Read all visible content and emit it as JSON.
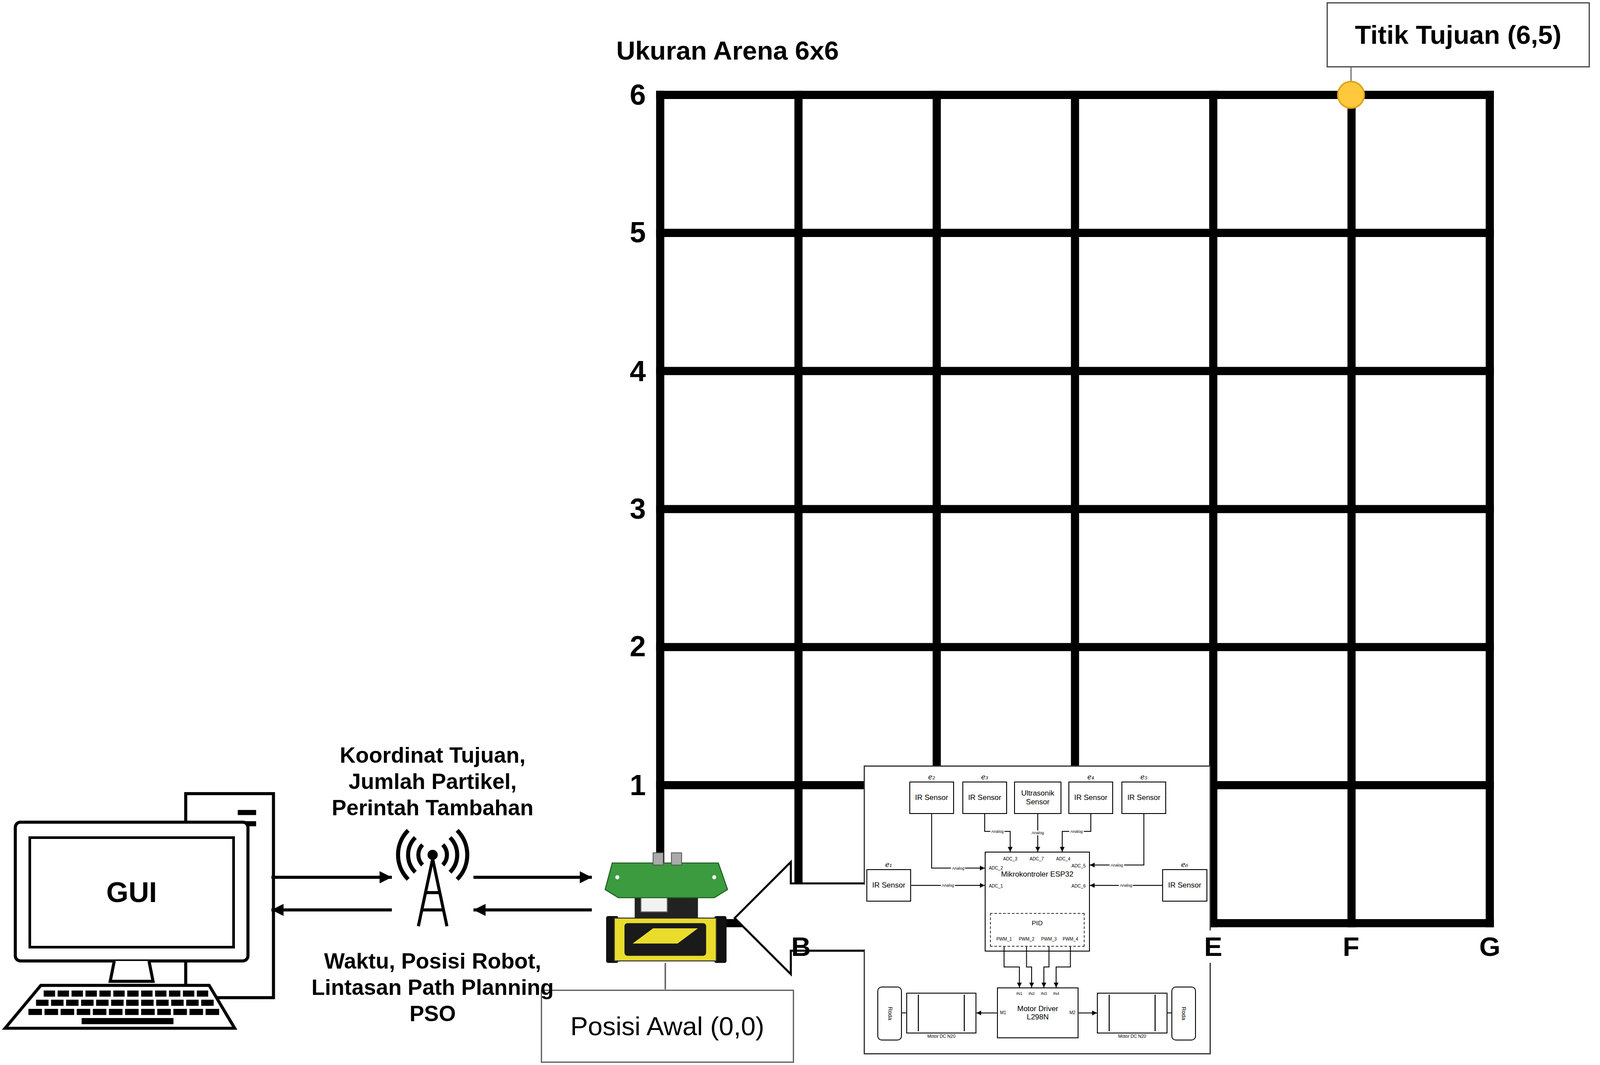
{
  "diagram": {
    "title": "Ukuran Arena 6x6",
    "nodes": [
      {
        "text": [
          "Titik Tujuan (6,5)"
        ]
      },
      {
        "text": [
          "GUI"
        ]
      },
      {
        "text": [
          "Posisi Awal (0,0)"
        ]
      },
      {
        "text": [
          "e₂",
          "IR Sensor"
        ]
      },
      {
        "text": [
          "e₃",
          "IR Sensor"
        ]
      },
      {
        "text": [
          "Ultrasonik Sensor"
        ]
      },
      {
        "text": [
          "e₄",
          "IR Sensor"
        ]
      },
      {
        "text": [
          "e₅",
          "IR Sensor"
        ]
      },
      {
        "text": [
          "e₁",
          "IR Sensor"
        ]
      },
      {
        "text": [
          "e₆",
          "IR Sensor"
        ]
      },
      {
        "text": [
          "Mikrokontroler ESP32"
        ]
      },
      {
        "text": [
          "PID"
        ],
        "in": 10
      },
      {
        "text": [
          "Roda"
        ]
      },
      {
        "text": [
          "Motor DC N20"
        ]
      },
      {
        "text": [
          "Motor Driver L298N"
        ]
      },
      {
        "text": [
          "Motor DC N20"
        ]
      },
      {
        "text": [
          "Roda"
        ]
      }
    ],
    "edges": [
      {
        "from": 3,
        "to": 10,
        "arrow": "to",
        "label": "Analog"
      },
      {
        "from": 4,
        "to": 10,
        "arrow": "to",
        "label": "Analog"
      },
      {
        "from": 5,
        "to": 10,
        "arrow": "to",
        "label": "Analog"
      },
      {
        "from": 6,
        "to": 10,
        "arrow": "to",
        "label": "Analog"
      },
      {
        "from": 7,
        "to": 10,
        "arrow": "to",
        "label": "Analog"
      },
      {
        "from": 8,
        "to": 10,
        "arrow": "to",
        "label": "Analog"
      },
      {
        "from": 9,
        "to": 10,
        "arrow": "to",
        "label": "Analog"
      },
      {
        "from": 11,
        "to": 14,
        "arrow": "to"
      },
      {
        "from": 11,
        "to": 14,
        "arrow": "to"
      },
      {
        "from": 11,
        "to": 14,
        "arrow": "to"
      },
      {
        "from": 11,
        "to": 14,
        "arrow": "to"
      },
      {
        "from": 14,
        "to": 13,
        "arrow": "to"
      },
      {
        "from": 14,
        "to": 15,
        "arrow": "to"
      },
      {
        "from": 13,
        "to": 12,
        "arrow": "none"
      },
      {
        "from": 15,
        "to": 16,
        "arrow": "none"
      }
    ],
    "labels": [
      "6",
      "5",
      "4",
      "3",
      "2",
      "1",
      "B",
      "E",
      "F",
      "G",
      "Koordinat Tujuan, Jumlah Partikel, Perintah Tambahan",
      "Waktu, Posisi Robot, Lintasan Path Planning PSO",
      "ADC_3",
      "ADC_7",
      "ADC_4",
      "ADC_2",
      "ADC_1",
      "ADC_5",
      "ADC_6",
      "PWM_1",
      "PWM_2",
      "PWM_3",
      "PWM_4",
      "IN1",
      "IN2",
      "IN3",
      "IN4",
      "M1",
      "M2"
    ]
  }
}
